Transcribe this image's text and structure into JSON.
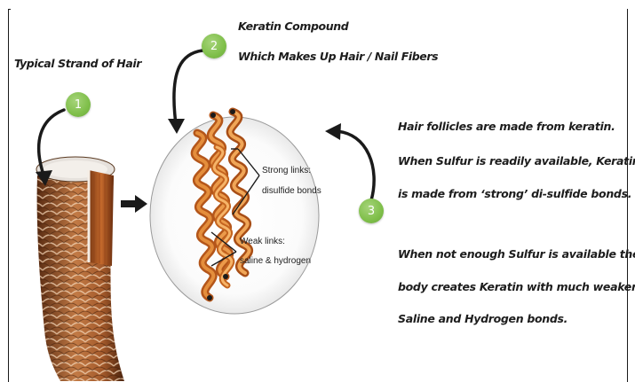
{
  "captions": {
    "strand": "Typical Strand of Hair",
    "keratin_line1": "Keratin Compound",
    "keratin_line2": "Which Makes Up Hair / Nail Fibers"
  },
  "badges": [
    "1",
    "2",
    "3"
  ],
  "inner_labels": {
    "strong_line1": "Strong links:",
    "strong_line2": "disulfide bonds",
    "weak_line1": "Weak links:",
    "weak_line2": "saline & hydrogen"
  },
  "paragraph1": [
    "Hair follicles are made from keratin.",
    "When Sulfur is readily available, Keratin",
    "is made from ‘strong’ di-sulfide bonds."
  ],
  "paragraph2": [
    "When not enough Sulfur is available the",
    "body creates Keratin with much weaker",
    "Saline and Hydrogen bonds."
  ],
  "colors": {
    "badge_green": "#7fbf4a",
    "helix_orange": "#d9782a",
    "hair_brown": "#8a4a24",
    "text": "#1d1d1d"
  }
}
